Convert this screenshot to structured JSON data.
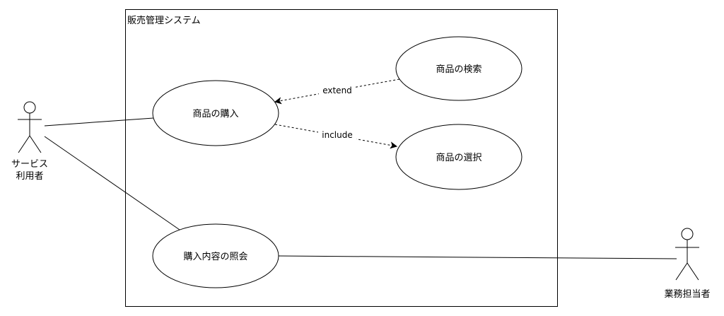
{
  "system": {
    "title": "販売管理システム"
  },
  "actors": {
    "service_user_line1": "サービス",
    "service_user_line2": "利用者",
    "staff": "業務担当者"
  },
  "usecases": {
    "purchase": "商品の購入",
    "search": "商品の検索",
    "select": "商品の選択",
    "inquiry": "購入内容の照会"
  },
  "relations": {
    "extend": "extend",
    "include": "include"
  },
  "colors": {
    "line": "#000000",
    "fill": "#ffffff"
  }
}
